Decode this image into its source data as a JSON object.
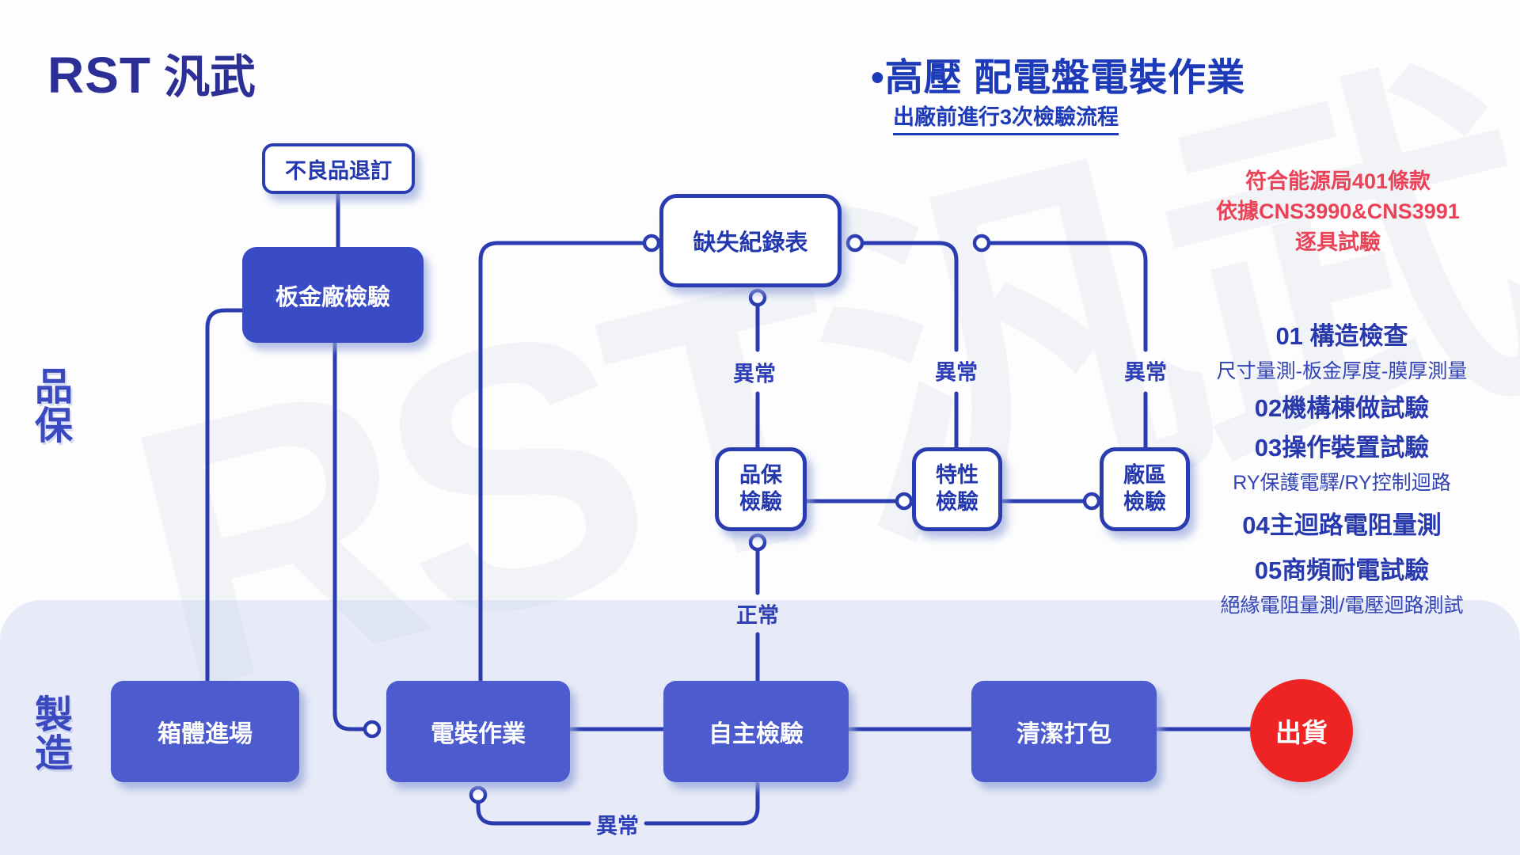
{
  "logo": {
    "rst": "RST",
    "cjk": "汎武"
  },
  "header": {
    "title": "•高壓 配電盤電裝作業",
    "subtitle": "出廠前進行3次檢驗流程"
  },
  "compliance": {
    "line1": "符合能源局401條款",
    "line2": "依據CNS3990&CNS3991",
    "line3": "逐具試驗"
  },
  "inspection": {
    "items": [
      {
        "label": "01 構造檢查"
      },
      {
        "label": "尺寸量測-板金厚度-膜厚測量"
      },
      {
        "label": "02機構棟做試驗"
      },
      {
        "label": "03操作裝置試驗"
      },
      {
        "label": "RY保護電驛/RY控制迴路"
      },
      {
        "label": "04主迴路電阻量測"
      },
      {
        "label": "05商頻耐電試驗"
      },
      {
        "label": "絕緣電阻量測/電壓迴路測試"
      }
    ]
  },
  "lanes": {
    "qa": "品\n保",
    "mfg": "製\n造"
  },
  "nodes": {
    "defect_return": "不良品退訂",
    "sheetmetal_inspection": "板金廠檢驗",
    "defect_record": "缺失紀錄表",
    "qa_inspection": "品保\n檢驗",
    "characteristic_inspection": "特性\n檢驗",
    "factory_inspection": "廠區\n檢驗",
    "enclosure_arrival": "箱體進場",
    "electrical_assembly": "電裝作業",
    "self_inspection": "自主檢驗",
    "clean_packing": "清潔打包",
    "shipping": "出貨"
  },
  "edge_labels": {
    "abnormal": "異常",
    "normal": "正常"
  },
  "watermark": "RST汎武",
  "colors": {
    "wire_blue": "#2b3cb0",
    "node_dark_blue": "#3a4bc6",
    "node_mid_blue": "#4c5bce",
    "title_blue": "#1d3ab8",
    "logo_navy": "#2c2f96",
    "compliance_red": "#ea4257",
    "shipping_red": "#ee2424",
    "band_background": "#e7ebf8"
  }
}
